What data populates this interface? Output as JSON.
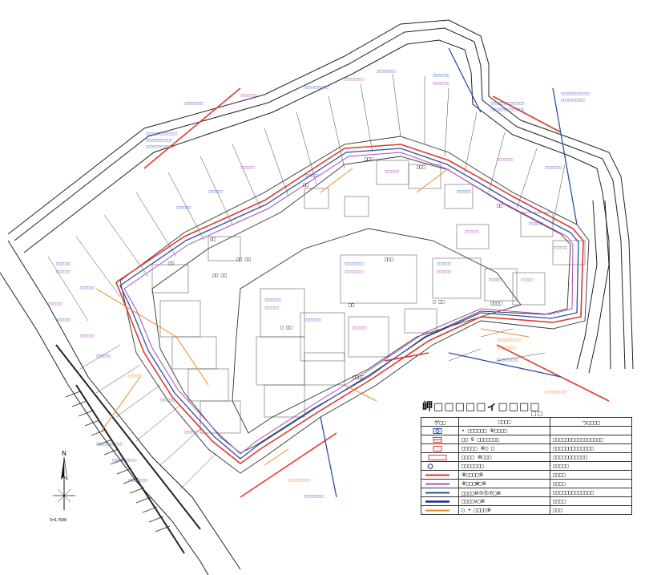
{
  "map": {
    "block_labels": [
      "□□",
      "□□",
      "□□□",
      "□□",
      "□□ □□",
      "□□ □□",
      "□ □□",
      "□□",
      "□□□",
      "□□",
      "□ □□",
      "□□□□",
      "□□□",
      "□□□□"
    ],
    "colors": {
      "road": "#222222",
      "lot": "#333333",
      "red_main": "#e0392b",
      "blue_main": "#2e4fa8",
      "purple": "#b04ab8",
      "orange": "#f08a24",
      "label_blue": "#3d5fb5",
      "label_purple": "#a04aa8",
      "label_orange": "#e8822a"
    }
  },
  "legend": {
    "title": "岬□□□□□ィ□□□□",
    "subtitle": "□□",
    "headers": [
      "ゲ□□",
      "□□□□",
      "つ□□□□"
    ],
    "rows": [
      {
        "symbol": "blue-circle-box",
        "name": "• □□□□□□ ⑧□□□□",
        "note": ""
      },
      {
        "symbol": "red-hatch-box",
        "name": "□□ 9 □□□□□□□",
        "note": "□□□□□□□□□□□□□□□□"
      },
      {
        "symbol": "red-outline-box",
        "name": "□□□□□ ⑧□ □",
        "note": "□□□□□□□□□□□□□"
      },
      {
        "symbol": "red-box-label",
        "name": "□□□□ ⑧□□□",
        "note": "□□□□□□□□□□□"
      },
      {
        "symbol": "blue-ring",
        "name": "□□□□□□□",
        "note": "□□□□□"
      },
      {
        "symbol": "red-line",
        "name": "⑧□□□□⑧",
        "note": "□□□□"
      },
      {
        "symbol": "purple-line",
        "name": "⑧□□□W□⑧",
        "note": "□□□□"
      },
      {
        "symbol": "blue-line",
        "name": "□□□□⑩⑦⑬⑦□⑧",
        "note": "□□□□□□□□□□□□□"
      },
      {
        "symbol": "navy-line",
        "name": "□□□□v□⑧",
        "note": "□□□□"
      },
      {
        "symbol": "orange-line",
        "name": "□ • □□□□⑧",
        "note": "□□□"
      }
    ]
  },
  "north_arrow": {
    "label": "N"
  },
  "scale": {
    "text": "S=1/500"
  }
}
